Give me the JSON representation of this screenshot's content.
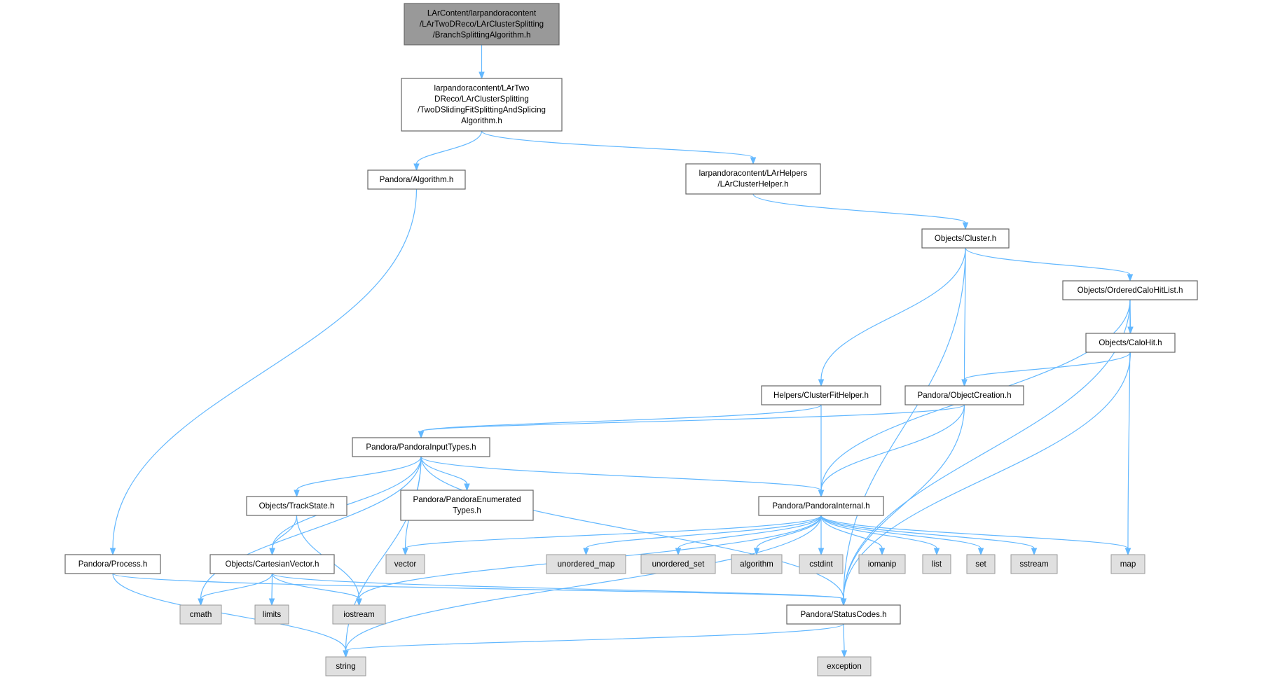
{
  "diagram": {
    "nodes": [
      {
        "id": "root",
        "kind": "root",
        "lines": [
          "LArContent/larpandoracontent",
          "/LArTwoDReco/LArClusterSplitting",
          "/BranchSplittingAlgorithm.h"
        ]
      },
      {
        "id": "twod",
        "kind": "plain",
        "lines": [
          "larpandoracontent/LArTwo",
          "DReco/LArClusterSplitting",
          "/TwoDSlidingFitSplittingAndSplicing",
          "Algorithm.h"
        ]
      },
      {
        "id": "algorithm",
        "kind": "plain",
        "lines": [
          "Pandora/Algorithm.h"
        ]
      },
      {
        "id": "lch",
        "kind": "plain",
        "lines": [
          "larpandoracontent/LArHelpers",
          "/LArClusterHelper.h"
        ]
      },
      {
        "id": "cluster",
        "kind": "plain",
        "lines": [
          "Objects/Cluster.h"
        ]
      },
      {
        "id": "ochl",
        "kind": "plain",
        "lines": [
          "Objects/OrderedCaloHitList.h"
        ]
      },
      {
        "id": "calohit",
        "kind": "plain",
        "lines": [
          "Objects/CaloHit.h"
        ]
      },
      {
        "id": "cfh",
        "kind": "plain",
        "lines": [
          "Helpers/ClusterFitHelper.h"
        ]
      },
      {
        "id": "oc",
        "kind": "plain",
        "lines": [
          "Pandora/ObjectCreation.h"
        ]
      },
      {
        "id": "pit",
        "kind": "plain",
        "lines": [
          "Pandora/PandoraInputTypes.h"
        ]
      },
      {
        "id": "ts",
        "kind": "plain",
        "lines": [
          "Objects/TrackState.h"
        ]
      },
      {
        "id": "pet",
        "kind": "plain",
        "lines": [
          "Pandora/PandoraEnumerated",
          "Types.h"
        ]
      },
      {
        "id": "pi",
        "kind": "plain",
        "lines": [
          "Pandora/PandoraInternal.h"
        ]
      },
      {
        "id": "process",
        "kind": "plain",
        "lines": [
          "Pandora/Process.h"
        ]
      },
      {
        "id": "cv",
        "kind": "plain",
        "lines": [
          "Objects/CartesianVector.h"
        ]
      },
      {
        "id": "vector",
        "kind": "sys",
        "lines": [
          "vector"
        ]
      },
      {
        "id": "umap",
        "kind": "sys",
        "lines": [
          "unordered_map"
        ]
      },
      {
        "id": "uset",
        "kind": "sys",
        "lines": [
          "unordered_set"
        ]
      },
      {
        "id": "alg",
        "kind": "sys",
        "lines": [
          "algorithm"
        ]
      },
      {
        "id": "cstdint",
        "kind": "sys",
        "lines": [
          "cstdint"
        ]
      },
      {
        "id": "iomanip",
        "kind": "sys",
        "lines": [
          "iomanip"
        ]
      },
      {
        "id": "list",
        "kind": "sys",
        "lines": [
          "list"
        ]
      },
      {
        "id": "set",
        "kind": "sys",
        "lines": [
          "set"
        ]
      },
      {
        "id": "sstream",
        "kind": "sys",
        "lines": [
          "sstream"
        ]
      },
      {
        "id": "map",
        "kind": "sys",
        "lines": [
          "map"
        ]
      },
      {
        "id": "cmath",
        "kind": "sys",
        "lines": [
          "cmath"
        ]
      },
      {
        "id": "limits",
        "kind": "sys",
        "lines": [
          "limits"
        ]
      },
      {
        "id": "iostream",
        "kind": "sys",
        "lines": [
          "iostream"
        ]
      },
      {
        "id": "sc",
        "kind": "plain",
        "lines": [
          "Pandora/StatusCodes.h"
        ]
      },
      {
        "id": "string",
        "kind": "sys",
        "lines": [
          "string"
        ]
      },
      {
        "id": "exception",
        "kind": "sys",
        "lines": [
          "exception"
        ]
      }
    ],
    "edges": [
      [
        "root",
        "twod"
      ],
      [
        "twod",
        "algorithm"
      ],
      [
        "twod",
        "lch"
      ],
      [
        "algorithm",
        "process"
      ],
      [
        "lch",
        "cluster"
      ],
      [
        "cluster",
        "ochl"
      ],
      [
        "cluster",
        "cfh"
      ],
      [
        "cluster",
        "oc"
      ],
      [
        "cluster",
        "sc"
      ],
      [
        "ochl",
        "calohit"
      ],
      [
        "ochl",
        "pi"
      ],
      [
        "ochl",
        "map"
      ],
      [
        "ochl",
        "sc"
      ],
      [
        "calohit",
        "oc"
      ],
      [
        "calohit",
        "sc"
      ],
      [
        "cfh",
        "pit"
      ],
      [
        "cfh",
        "pi"
      ],
      [
        "oc",
        "pit"
      ],
      [
        "oc",
        "pi"
      ],
      [
        "oc",
        "sc"
      ],
      [
        "pit",
        "ts"
      ],
      [
        "pit",
        "cv"
      ],
      [
        "pit",
        "pet"
      ],
      [
        "pit",
        "pi"
      ],
      [
        "pit",
        "vector"
      ],
      [
        "pit",
        "cmath"
      ],
      [
        "pit",
        "string"
      ],
      [
        "pit",
        "sc"
      ],
      [
        "ts",
        "cv"
      ],
      [
        "ts",
        "iostream"
      ],
      [
        "pi",
        "vector"
      ],
      [
        "pi",
        "umap"
      ],
      [
        "pi",
        "uset"
      ],
      [
        "pi",
        "alg"
      ],
      [
        "pi",
        "cstdint"
      ],
      [
        "pi",
        "iomanip"
      ],
      [
        "pi",
        "list"
      ],
      [
        "pi",
        "set"
      ],
      [
        "pi",
        "sstream"
      ],
      [
        "pi",
        "map"
      ],
      [
        "pi",
        "iostream"
      ],
      [
        "pi",
        "string"
      ],
      [
        "process",
        "sc"
      ],
      [
        "process",
        "string"
      ],
      [
        "cv",
        "cmath"
      ],
      [
        "cv",
        "limits"
      ],
      [
        "cv",
        "iostream"
      ],
      [
        "cv",
        "sc"
      ],
      [
        "sc",
        "string"
      ],
      [
        "sc",
        "exception"
      ]
    ]
  },
  "colors": {
    "edge": "#63b8ff",
    "node_border": "#666666",
    "root_fill": "#999999",
    "system_fill": "#e0e0e0",
    "system_border": "#999999"
  }
}
